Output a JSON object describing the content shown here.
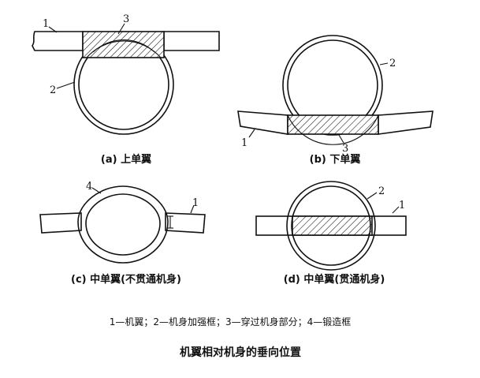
{
  "diagrams": {
    "a": {
      "caption": "(a) 上单翼",
      "labels": {
        "wing": "1",
        "frame": "2",
        "through": "3"
      }
    },
    "b": {
      "caption": "(b) 下单翼",
      "labels": {
        "wing": "1",
        "frame": "2",
        "through": "3"
      }
    },
    "c": {
      "caption": "(c) 中单翼(不贯通机身)",
      "labels": {
        "wing": "1",
        "forged": "4"
      }
    },
    "d": {
      "caption": "(d) 中单翼(贯通机身)",
      "labels": {
        "wing": "1",
        "frame": "2"
      }
    }
  },
  "legend": "1—机翼；2—机身加强框；3—穿过机身部分；4—锻造框",
  "title": "机翼相对机身的垂向位置"
}
